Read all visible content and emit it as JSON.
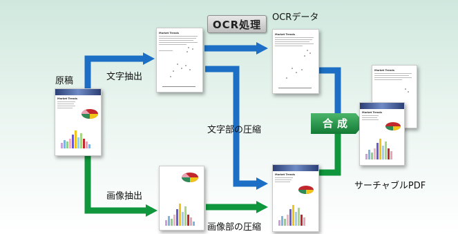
{
  "labels": {
    "original": "原稿",
    "text_extract": "文字抽出",
    "ocr_process": "OCR処理",
    "ocr_data": "OCRデータ",
    "text_compress": "文字部の圧縮",
    "merge": "合成",
    "searchable_pdf": "サーチャブルPDF",
    "image_extract": "画像抽出",
    "image_compress": "画像部の圧縮"
  },
  "document_title": "Market Trends",
  "colors": {
    "blue_arrow": "#1c6fc4",
    "green_arrow": "#10963c",
    "merge_box": "#1a8a3f"
  }
}
